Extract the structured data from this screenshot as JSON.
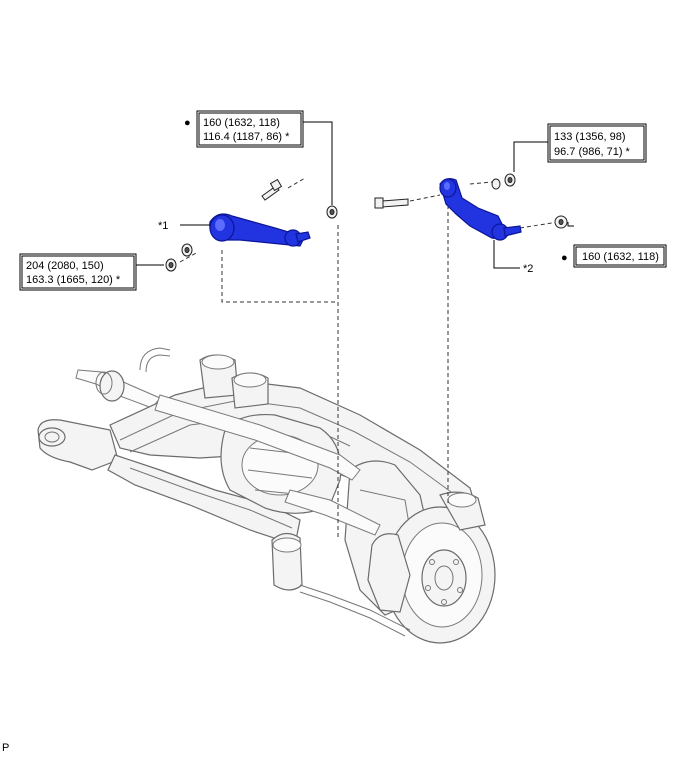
{
  "callouts": {
    "upper_left": {
      "marker": "●",
      "line1": "160 (1632, 118)",
      "line2": "116.4 (1187, 86) *"
    },
    "upper_right": {
      "line1": "133 (1356, 98)",
      "line2": "96.7 (986, 71) *"
    },
    "left_nut": {
      "line1": "204 (2080, 150)",
      "line2": "163.3 (1665, 120) *"
    },
    "right_nut": {
      "marker": "●",
      "line1": "160 (1632, 118)"
    }
  },
  "labels": {
    "part1": "*1",
    "part2": "*2"
  },
  "corner_mark": "P",
  "colors": {
    "highlight_part": "#2233e0",
    "line": "#000000",
    "assembly": "#6c6c6c"
  }
}
